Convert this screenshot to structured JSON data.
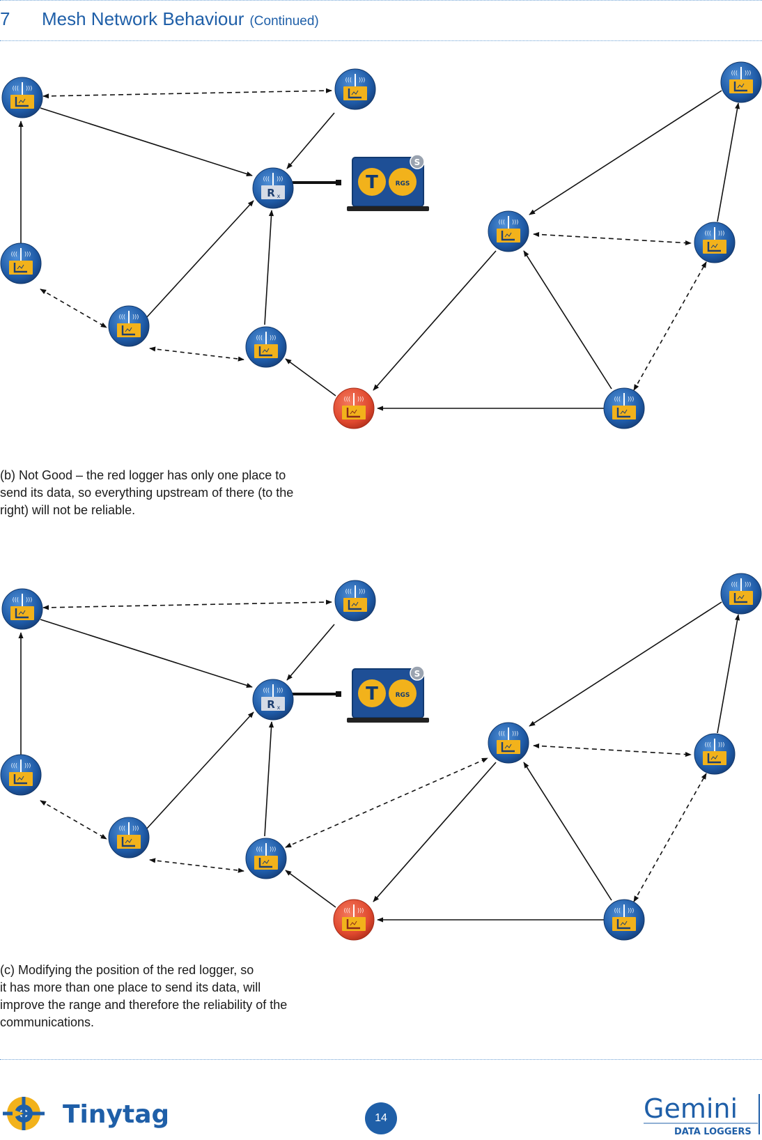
{
  "header": {
    "section_number": "7",
    "section_title": "Mesh Network Behaviour",
    "continued": "(Continued)"
  },
  "diagram_b": {
    "receiver_label": "Rx",
    "software_labels": [
      "RGS",
      "S"
    ]
  },
  "caption_b": {
    "lines": [
      "(b) Not Good – the red logger has only one place to",
      "send its data, so everything upstream of there (to the",
      "right) will not be reliable."
    ]
  },
  "diagram_c": {
    "receiver_label": "Rx",
    "software_labels": [
      "RGS",
      "S"
    ]
  },
  "caption_c": {
    "lines": [
      "(c) Modifying the position of the red logger, so",
      "it has more than one place to send its data, will",
      "improve the range and therefore the reliability of the",
      "communications."
    ]
  },
  "footer": {
    "brand_left": "Tinytag",
    "page_number": "14",
    "brand_right": "Gemini",
    "brand_right_sub": "DATA LOGGERS"
  },
  "colors": {
    "accent": "#1f5fa8",
    "logger_blue": "#1e5aa6",
    "logger_red": "#e0492f",
    "logger_panel": "#f2b21b"
  }
}
